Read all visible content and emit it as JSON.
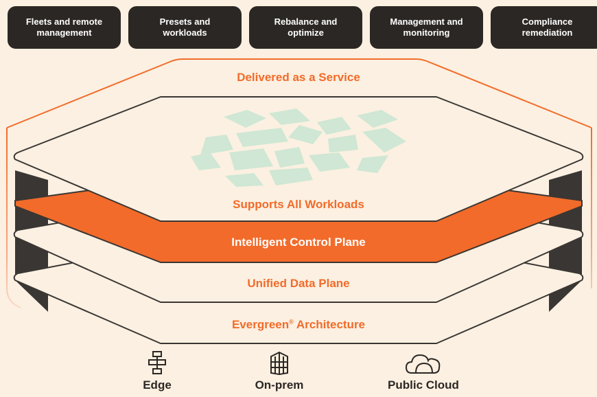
{
  "top_buttons": [
    {
      "label": "Fleets and remote\nmanagement"
    },
    {
      "label": "Presets and\nworkloads"
    },
    {
      "label": "Rebalance and\noptimize"
    },
    {
      "label": "Management and\nmonitoring"
    },
    {
      "label": "Compliance\nremediation"
    }
  ],
  "layers": {
    "service": "Delivered as a Service",
    "workloads": "Supports All Workloads",
    "control_plane": "Intelligent Control Plane",
    "data_plane": "Unified Data Plane",
    "architecture": "Evergreen",
    "architecture_mark": "®",
    "architecture_suffix": " Architecture"
  },
  "environments": [
    {
      "label": "Edge",
      "icon": "edge-network-icon"
    },
    {
      "label": "On-prem",
      "icon": "on-prem-building-icon"
    },
    {
      "label": "Public Cloud",
      "icon": "cloud-icon"
    }
  ],
  "colors": {
    "background": "#fbf0e1",
    "accent": "#f26b2a",
    "dark": "#2b2724",
    "tile": "#cfe7d4"
  }
}
